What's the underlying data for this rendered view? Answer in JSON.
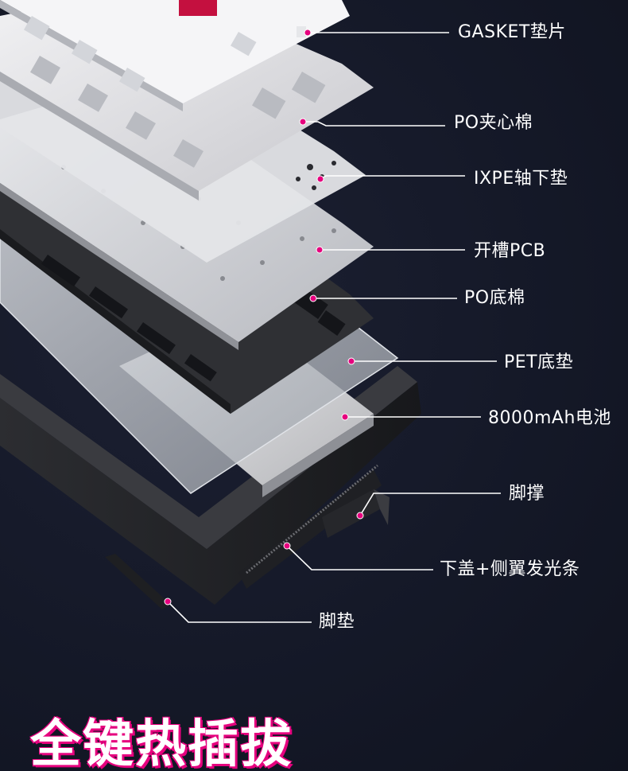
{
  "labels": [
    {
      "id": "gasket",
      "text": "GASKET垫片"
    },
    {
      "id": "po-foam",
      "text": "PO夹心棉"
    },
    {
      "id": "ixpe",
      "text": "IXPE轴下垫"
    },
    {
      "id": "pcb",
      "text": "开槽PCB"
    },
    {
      "id": "po-bottom",
      "text": "PO底棉"
    },
    {
      "id": "pet",
      "text": "PET底垫"
    },
    {
      "id": "battery",
      "text": "8000mAh电池"
    },
    {
      "id": "kickstand",
      "text": "脚撑"
    },
    {
      "id": "bottom-case",
      "text": "下盖+侧翼发光条"
    },
    {
      "id": "feet",
      "text": "脚垫"
    }
  ],
  "title": "全键热插拔",
  "colors": {
    "background": "#141827",
    "accent": "#e6007e",
    "line": "#ffffff"
  }
}
